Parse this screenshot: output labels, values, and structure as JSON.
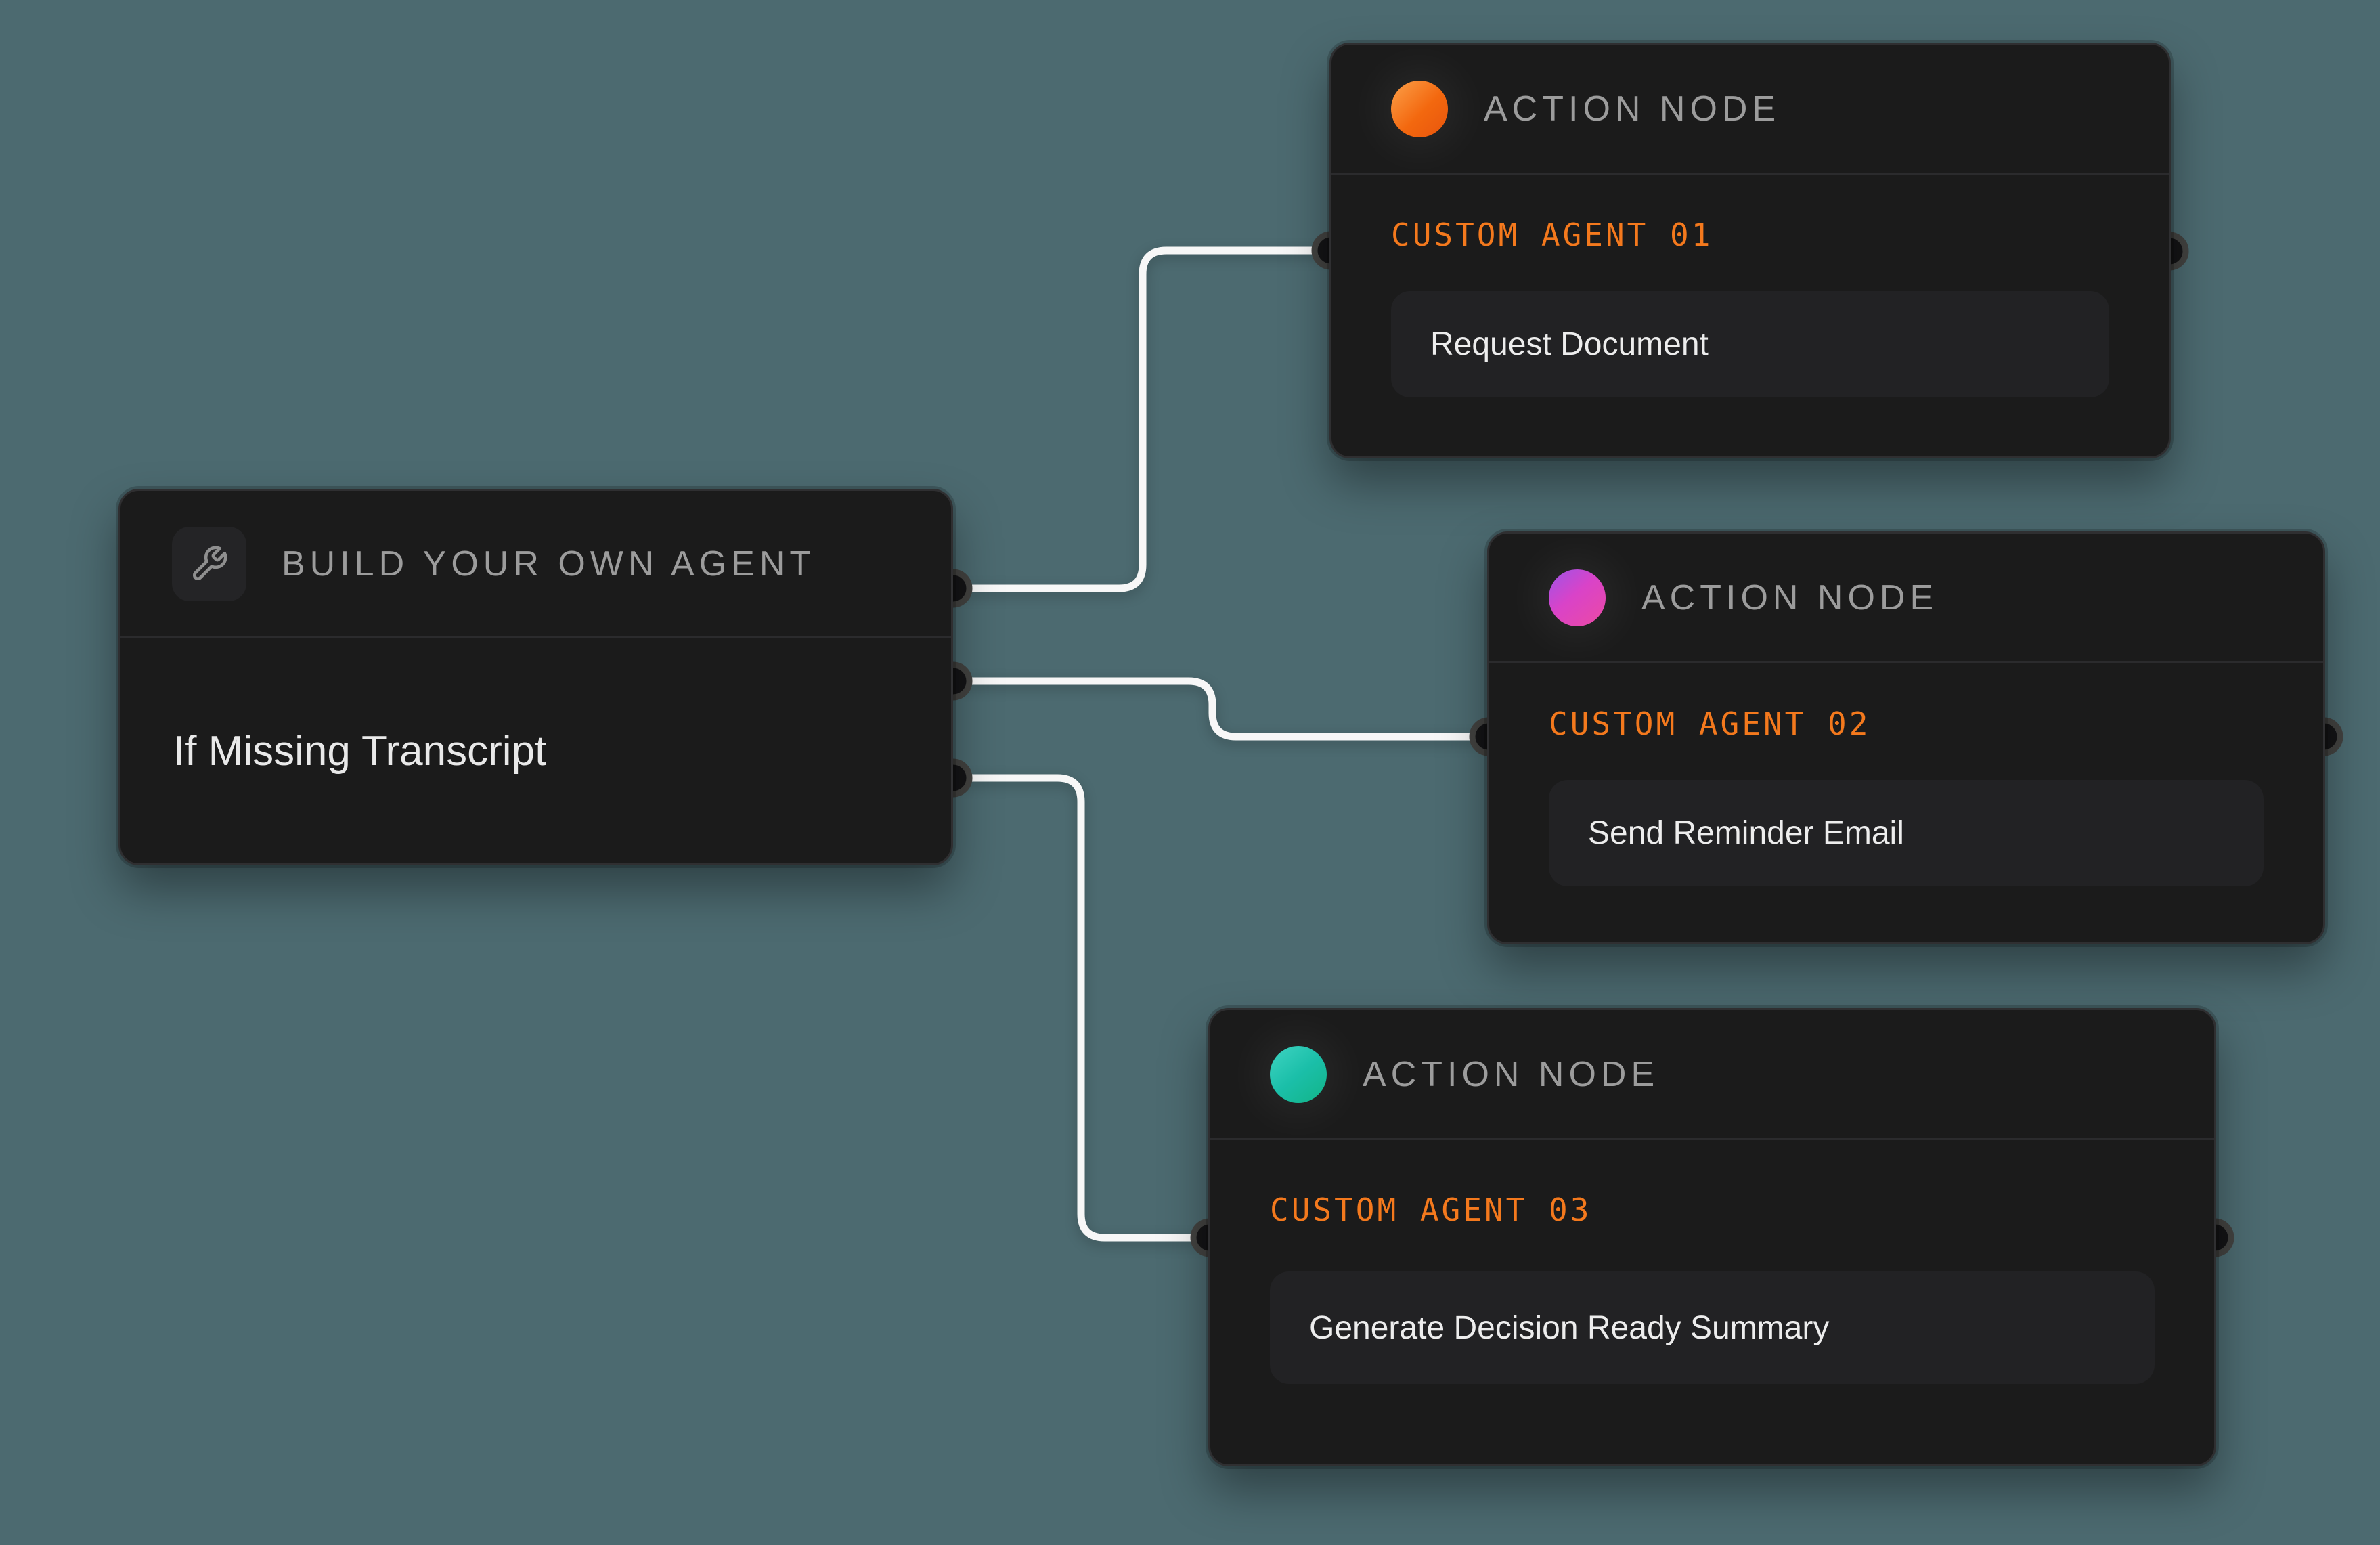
{
  "canvas": {
    "background_color": "#4c6a70",
    "wire_color": "#f7f7f7",
    "node_background_color": "#1b1b1b",
    "agent_label_color": "#f4791d",
    "header_label_color": "#9c9c9c"
  },
  "trigger_node": {
    "header_label": "BUILD YOUR OWN AGENT",
    "icon": "wrench-icon",
    "title": "If Missing Transcript"
  },
  "action_nodes": [
    {
      "header_label": "ACTION NODE",
      "agent_label": "CUSTOM AGENT 01",
      "action_title": "Request Document",
      "badge_color": "#f3680f",
      "badge_style": "background:linear-gradient(135deg,#fca14a 0%,#f3680f 55%,#e8550c 100%)"
    },
    {
      "header_label": "ACTION NODE",
      "agent_label": "CUSTOM AGENT 02",
      "action_title": "Send Reminder Email",
      "badge_color": "#d943c8",
      "badge_style": "background:linear-gradient(140deg,#9d54e8 0%,#d943c8 45%,#ec4aa4 100%)"
    },
    {
      "header_label": "ACTION NODE",
      "agent_label": "CUSTOM AGENT 03",
      "action_title": "Generate Decision Ready Summary",
      "badge_color": "#1bbfa9",
      "badge_style": "background:linear-gradient(140deg,#3fd4c2 0%,#1bbfa9 50%,#12b487 100%)"
    }
  ]
}
